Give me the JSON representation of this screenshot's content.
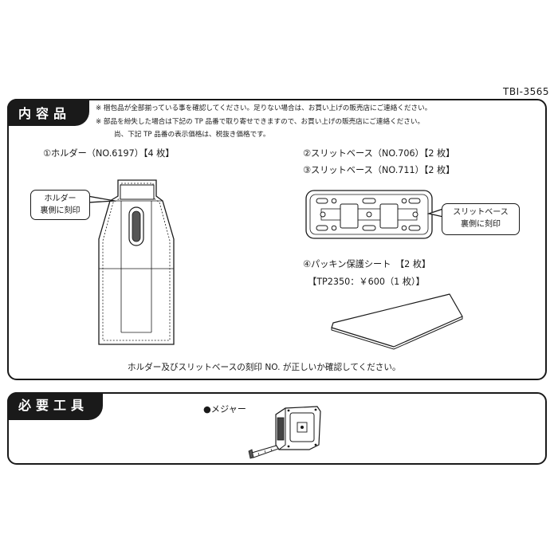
{
  "doc_code": "TBI-3565",
  "contents": {
    "tab_label": "内容品",
    "notes": [
      "※ 梱包品が全部揃っている事を確認してください。足りない場合は、お買い上げの販売店にご連絡ください。",
      "※ 部品を紛失した場合は下記の TP 品番で取り寄せできますので、お買い上げの販売店にご連絡ください。",
      "尚、下記 TP 品番の表示価格は、税抜き価格です。"
    ],
    "items": {
      "holder": "①ホルダー（NO.6197）【4 枚】",
      "slit_base_706": "②スリットベース（NO.706）【2 枚】",
      "slit_base_711": "③スリットベース（NO.711）【2 枚】",
      "packing_sheet": "④パッキン保護シート　【2 枚】",
      "packing_sheet_tp": "【TP2350：￥600（1 枚）】"
    },
    "callouts": {
      "holder_line1": "ホルダー",
      "holder_line2": "裏側に刻印",
      "slit_line1": "スリットベース",
      "slit_line2": "裏側に刻印"
    },
    "footer_note": "ホルダー及びスリットベースの刻印 NO. が正しいか確認してください。"
  },
  "tools": {
    "tab_label": "必要工具",
    "measure_label": "●メジャー"
  }
}
